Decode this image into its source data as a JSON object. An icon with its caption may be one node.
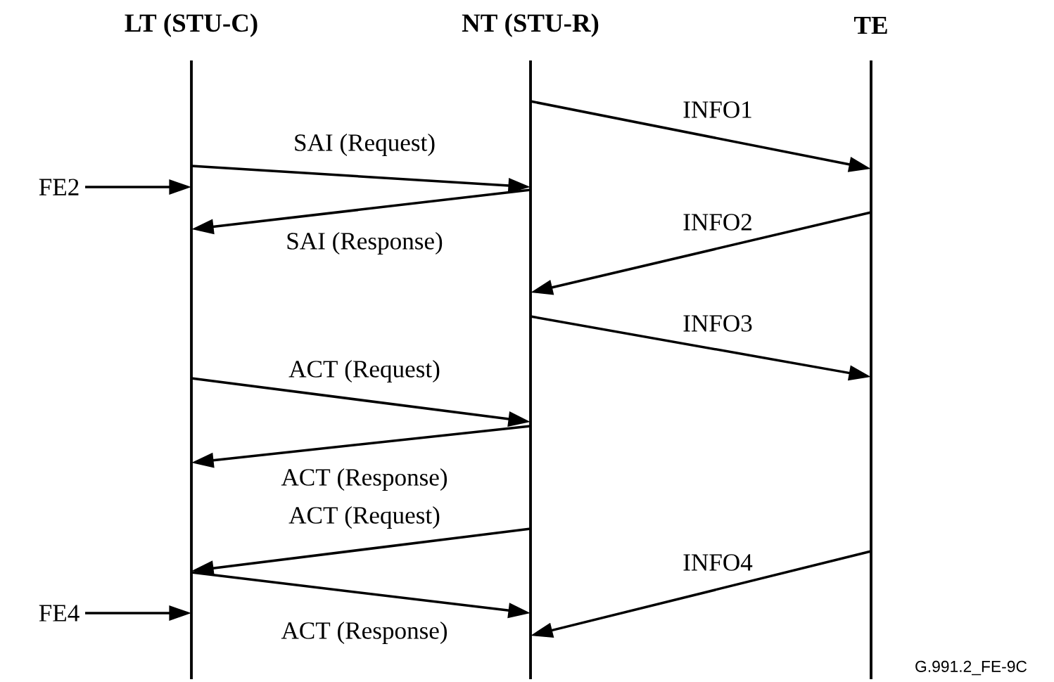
{
  "diagram": {
    "nodes": [
      {
        "text": [
          "LT (STU-C)"
        ]
      },
      {
        "text": [
          "NT (STU-R)"
        ]
      },
      {
        "text": [
          "TE"
        ]
      },
      {
        "text": [
          "FE2"
        ]
      },
      {
        "text": [
          "FE4"
        ]
      }
    ],
    "edges": [
      {
        "from": 1,
        "to": 2,
        "arrow": "to",
        "label": "INFO1"
      },
      {
        "from": 0,
        "to": 1,
        "arrow": "to",
        "label": "SAI (Request)"
      },
      {
        "from": 1,
        "to": 0,
        "arrow": "to",
        "label": "SAI (Response)"
      },
      {
        "from": 2,
        "to": 1,
        "arrow": "to",
        "label": "INFO2"
      },
      {
        "from": 1,
        "to": 2,
        "arrow": "to",
        "label": "INFO3"
      },
      {
        "from": 0,
        "to": 1,
        "arrow": "to",
        "label": "ACT (Request)"
      },
      {
        "from": 1,
        "to": 0,
        "arrow": "to",
        "label": "ACT (Response)"
      },
      {
        "from": 1,
        "to": 0,
        "arrow": "to",
        "label": "ACT (Request)"
      },
      {
        "from": 0,
        "to": 1,
        "arrow": "to",
        "label": "ACT (Response)"
      },
      {
        "from": 2,
        "to": 1,
        "arrow": "to",
        "label": "INFO4"
      },
      {
        "from": 3,
        "to": 0,
        "arrow": "to"
      },
      {
        "from": 4,
        "to": 0,
        "arrow": "to"
      }
    ],
    "labels": [
      "G.991.2_FE-9C"
    ]
  }
}
